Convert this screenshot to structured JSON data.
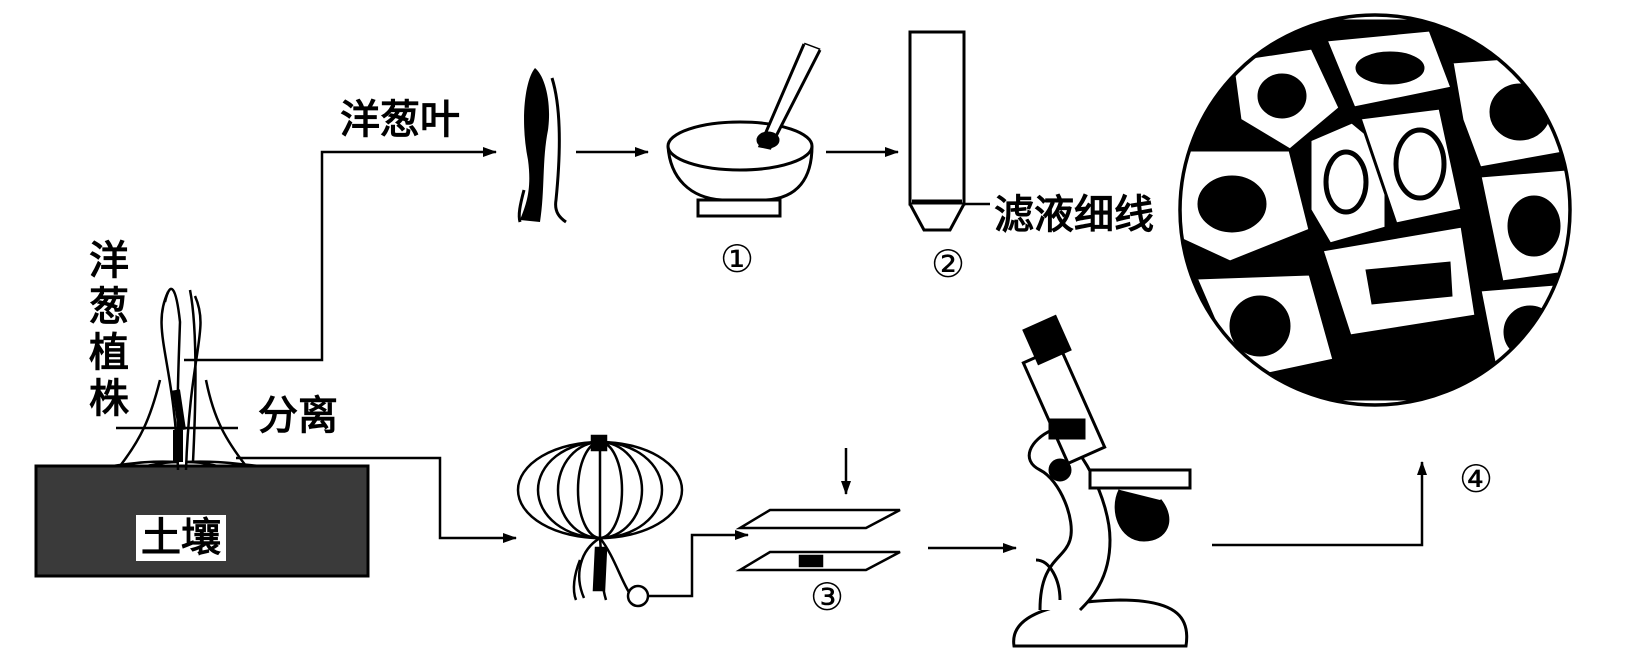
{
  "labels": {
    "onion_leaf": "洋葱叶",
    "onion_plant": "洋葱植株",
    "separate": "分离",
    "filtrate_line": "滤液细线",
    "soil": "土壤"
  },
  "steps": [
    "①",
    "②",
    "③",
    "④"
  ],
  "colors": {
    "ink": "#000000",
    "soil_fill": "#3a3a3a",
    "paper": "#ffffff"
  },
  "icons": [
    "onion-plant-icon",
    "onion-leaf-icon",
    "mortar-pestle-icon",
    "test-tube-icon",
    "onion-bulb-icon",
    "slide-coverslip-icon",
    "microscope-icon",
    "cells-view-icon"
  ]
}
